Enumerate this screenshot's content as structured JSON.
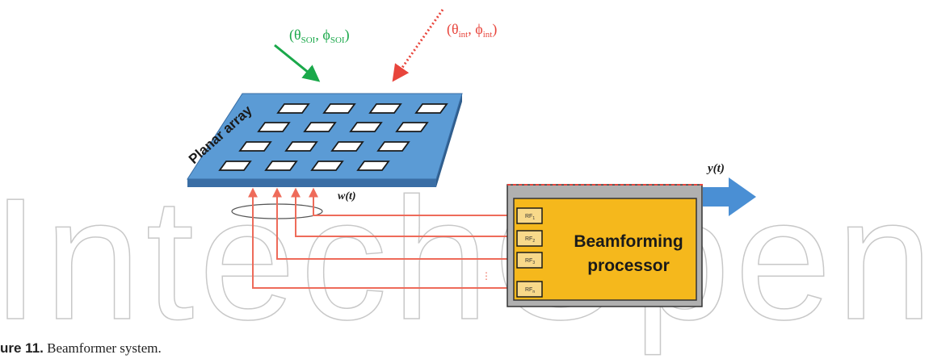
{
  "array_label": "Planar array",
  "soi_label": "(θSOI, ϕSOI)",
  "soi_theta": "θ",
  "soi_phi": "ϕ",
  "soi_sub": "SOI",
  "int_label": "(θint, ϕint)",
  "int_theta": "θ",
  "int_phi": "ϕ",
  "int_sub": "int",
  "weights_label": "w(t)",
  "output_label": "y(t)",
  "processor_line1": "Beamforming",
  "processor_line2": "processor",
  "rf_boxes": [
    "RF1",
    "RF2",
    "RF3",
    "RFn"
  ],
  "rf_prefix": "RF",
  "rf_subs": [
    "1",
    "2",
    "3",
    "n"
  ],
  "ellipsis": "⋮",
  "watermark": "IntechOpen",
  "caption": {
    "number": "ure 11.",
    "text": "Beamformer system."
  },
  "colors": {
    "soi_arrow": "#1aa84a",
    "int_arrow": "#e8453c",
    "array_fill": "#5b9bd5",
    "array_dark": "#3a6ea5",
    "feed_line": "#ee6b5a",
    "processor_fill": "#f5b81c",
    "processor_frame": "#b0b0b0",
    "output_arrow": "#4a8fd4"
  }
}
